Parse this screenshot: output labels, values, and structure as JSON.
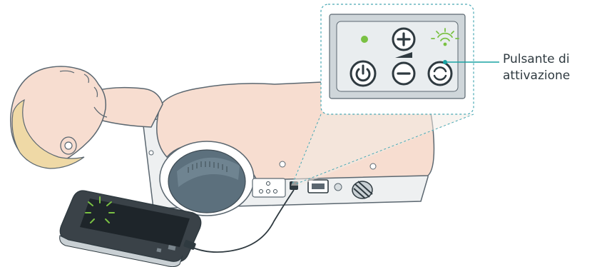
{
  "callout": {
    "line1": "Pulsante di",
    "line2": "attivazione"
  },
  "panel_buttons": [
    "power-button",
    "volume-up-button",
    "volume-down-button",
    "activation-button"
  ],
  "colors": {
    "callout_teal": "#19a3a3",
    "activity_green": "#7ac143",
    "skin": "#f7ddd0",
    "panel": "#e9edef"
  }
}
